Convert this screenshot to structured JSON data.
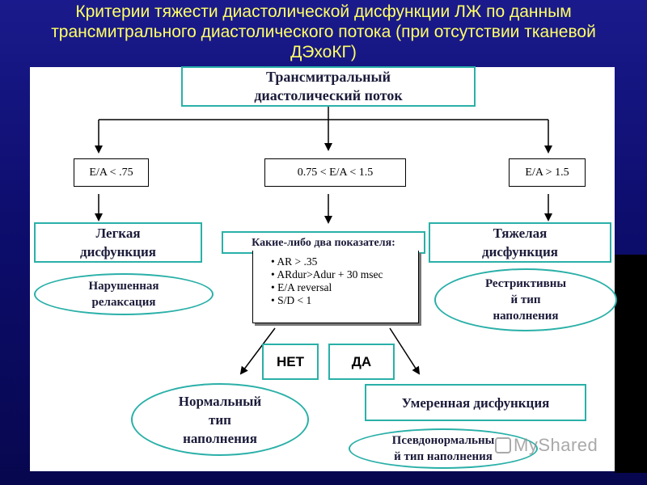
{
  "title": {
    "line1": "Критерии тяжести диастолической дисфункции ЛЖ по данным",
    "line2": "трансмитрального диастолического потока (при отсутствии тканевой",
    "line3": "ДЭхоКГ)"
  },
  "root": {
    "line1": "Трансмитральный",
    "line2": "диастолический поток"
  },
  "ratio_boxes": {
    "left": "E/A < .75",
    "middle": "0.75 < E/A < 1.5",
    "right": "E/A > 1.5"
  },
  "mild": {
    "line1": "Легкая",
    "line2": "дисфункция",
    "oval_line1": "Нарушенная",
    "oval_line2": "релаксация"
  },
  "middle": {
    "header": "Какие-либо два показателя:",
    "criteria": [
      "AR > .35",
      "ARdur>Adur + 30 msec",
      "E/A reversal",
      "S/D < 1"
    ],
    "no_label": "НЕТ",
    "yes_label": "ДА"
  },
  "severe": {
    "line1": "Тяжелая",
    "line2": "дисфункция",
    "oval_line1": "Рестриктивны",
    "oval_line2": "й тип",
    "oval_line3": "наполнения"
  },
  "normal": {
    "line1": "Нормальный",
    "line2": "тип",
    "line3": "наполнения"
  },
  "moderate": {
    "label": "Умеренная дисфункция",
    "oval_line1": "Псевдонормальны",
    "oval_line2": "й тип наполнения"
  },
  "watermark": "MyShared",
  "colors": {
    "background": "#0d0d6e",
    "title": "#ffff66",
    "box_border": "#2ab0a8",
    "box_text": "#1b1b3a"
  }
}
